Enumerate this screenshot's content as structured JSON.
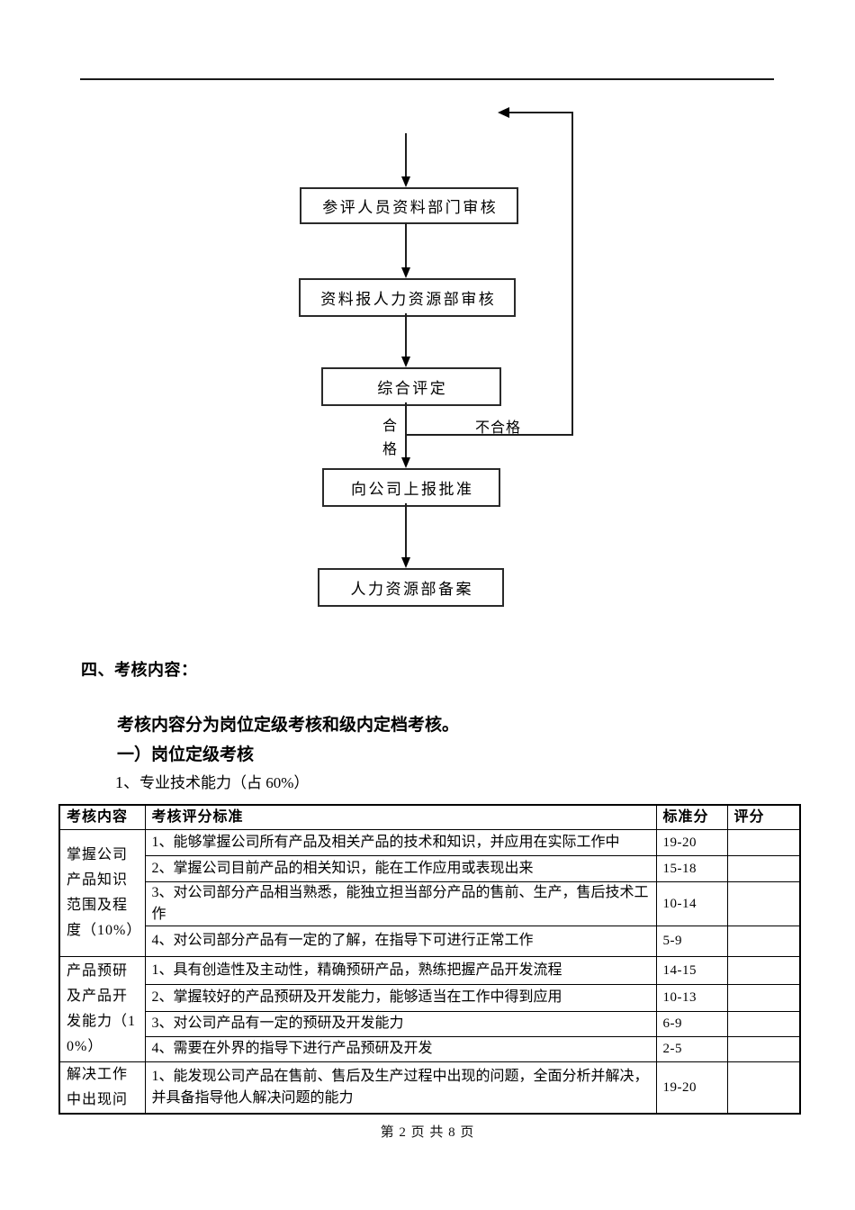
{
  "flowchart": {
    "box1": "参评人员资料部门审核",
    "box2": "资料报人力资源部审核",
    "box3": "综合评定",
    "box4": "向公司上报批准",
    "box5": "人力资源部备案",
    "pass_label": "合格",
    "fail_label": "不合格"
  },
  "content": {
    "section_heading": "四、考核内容：",
    "intro": "考核内容分为岗位定级考核和级内定档考核。",
    "subheading": "一）岗位定级考核",
    "item_number": "1、",
    "item_title": "专业技术能力（占 60%）"
  },
  "table": {
    "headers": {
      "category": "考核内容",
      "criteria": "考核评分标准",
      "standard": "标准分",
      "rating": "评分"
    },
    "groups": [
      {
        "category": "掌握公司产品知识范围及程度（10%）",
        "rows": [
          {
            "criteria": "1、能够掌握公司所有产品及相关产品的技术和知识，并应用在实际工作中",
            "score": "19-20",
            "rating": ""
          },
          {
            "criteria": "2、掌握公司目前产品的相关知识，能在工作应用或表现出来",
            "score": "15-18",
            "rating": ""
          },
          {
            "criteria": "3、对公司部分产品相当熟悉，能独立担当部分产品的售前、生产，售后技术工作",
            "score": "10-14",
            "rating": ""
          },
          {
            "criteria": "4、对公司部分产品有一定的了解，在指导下可进行正常工作",
            "score": "5-9",
            "rating": ""
          }
        ]
      },
      {
        "category": "产品预研及产品开发能力（10%）",
        "rows": [
          {
            "criteria": "1、具有创造性及主动性，精确预研产品，熟练把握产品开发流程",
            "score": "14-15",
            "rating": ""
          },
          {
            "criteria": "2、掌握较好的产品预研及开发能力，能够适当在工作中得到应用",
            "score": "10-13",
            "rating": ""
          },
          {
            "criteria": "3、对公司产品有一定的预研及开发能力",
            "score": "6-9",
            "rating": ""
          },
          {
            "criteria": "4、需要在外界的指导下进行产品预研及开发",
            "score": "2-5",
            "rating": ""
          }
        ]
      },
      {
        "category": "解决工作中出现问",
        "rows": [
          {
            "criteria": "1、能发现公司产品在售前、售后及生产过程中出现的问题，全面分析并解决，并具备指导他人解决问题的能力",
            "score": "19-20",
            "rating": ""
          }
        ]
      }
    ]
  },
  "page": {
    "footer": "第 2 页 共 8 页"
  }
}
